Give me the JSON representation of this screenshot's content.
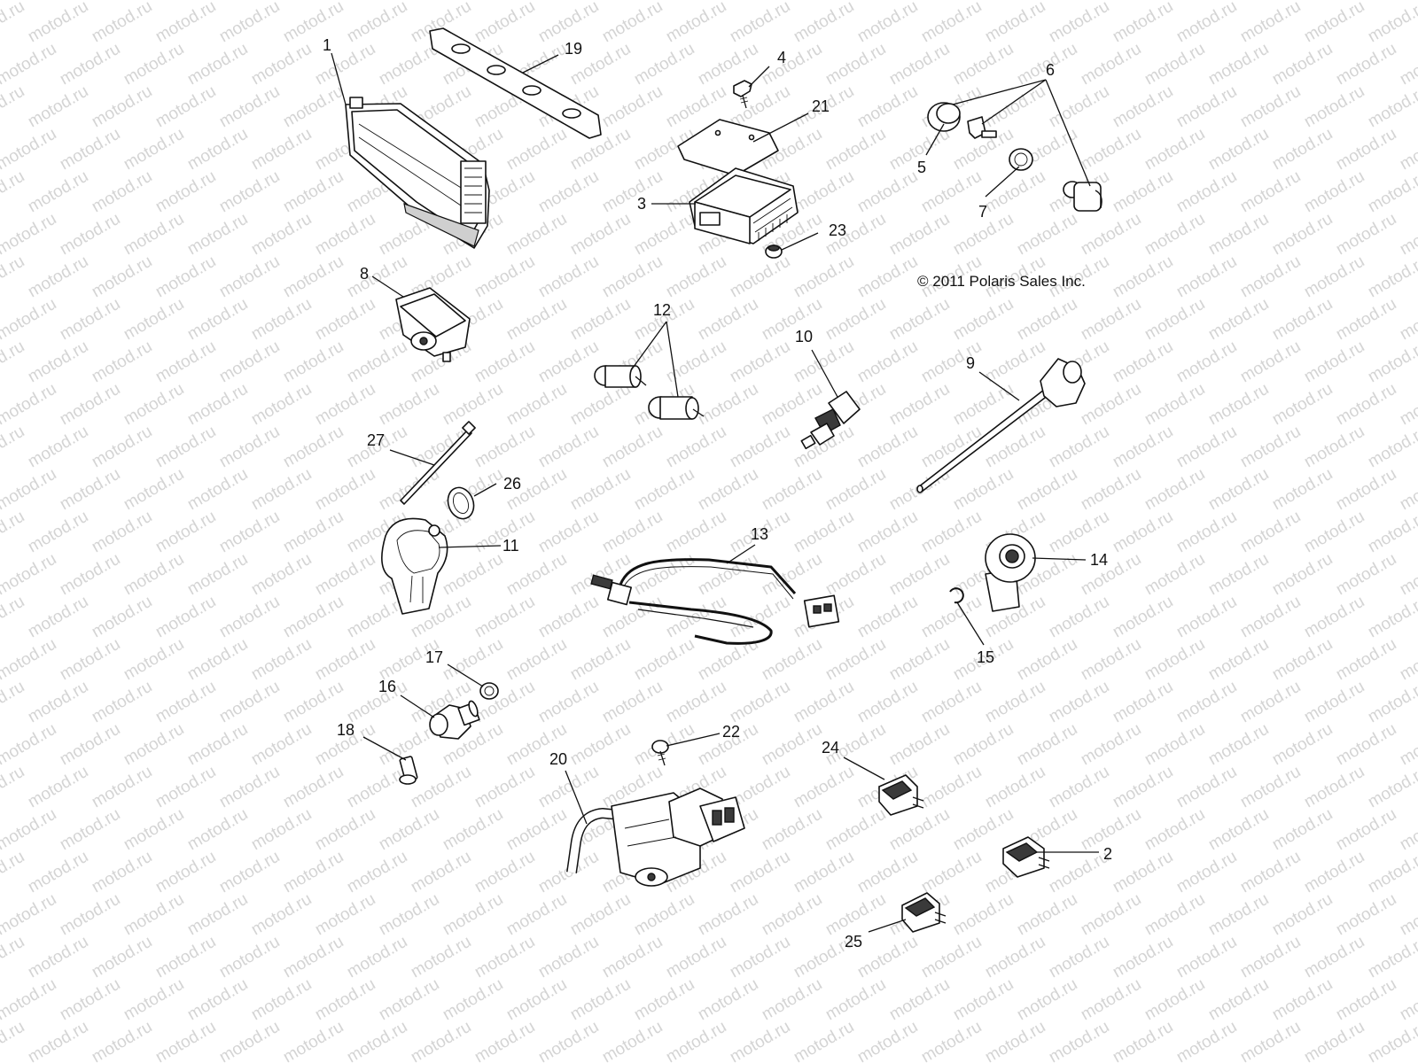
{
  "watermark": "motod.ru",
  "copyright": "© 2011 Polaris Sales Inc.",
  "callouts": {
    "c1": "1",
    "c2": "2",
    "c3": "3",
    "c4": "4",
    "c5": "5",
    "c6": "6",
    "c7": "7",
    "c8": "8",
    "c9": "9",
    "c10": "10",
    "c11": "11",
    "c12": "12",
    "c13": "13",
    "c14": "14",
    "c15": "15",
    "c16": "16",
    "c17": "17",
    "c18": "18",
    "c19": "19",
    "c20": "20",
    "c21": "21",
    "c22": "22",
    "c23": "23",
    "c24": "24",
    "c25": "25",
    "c26": "26",
    "c27": "27"
  }
}
